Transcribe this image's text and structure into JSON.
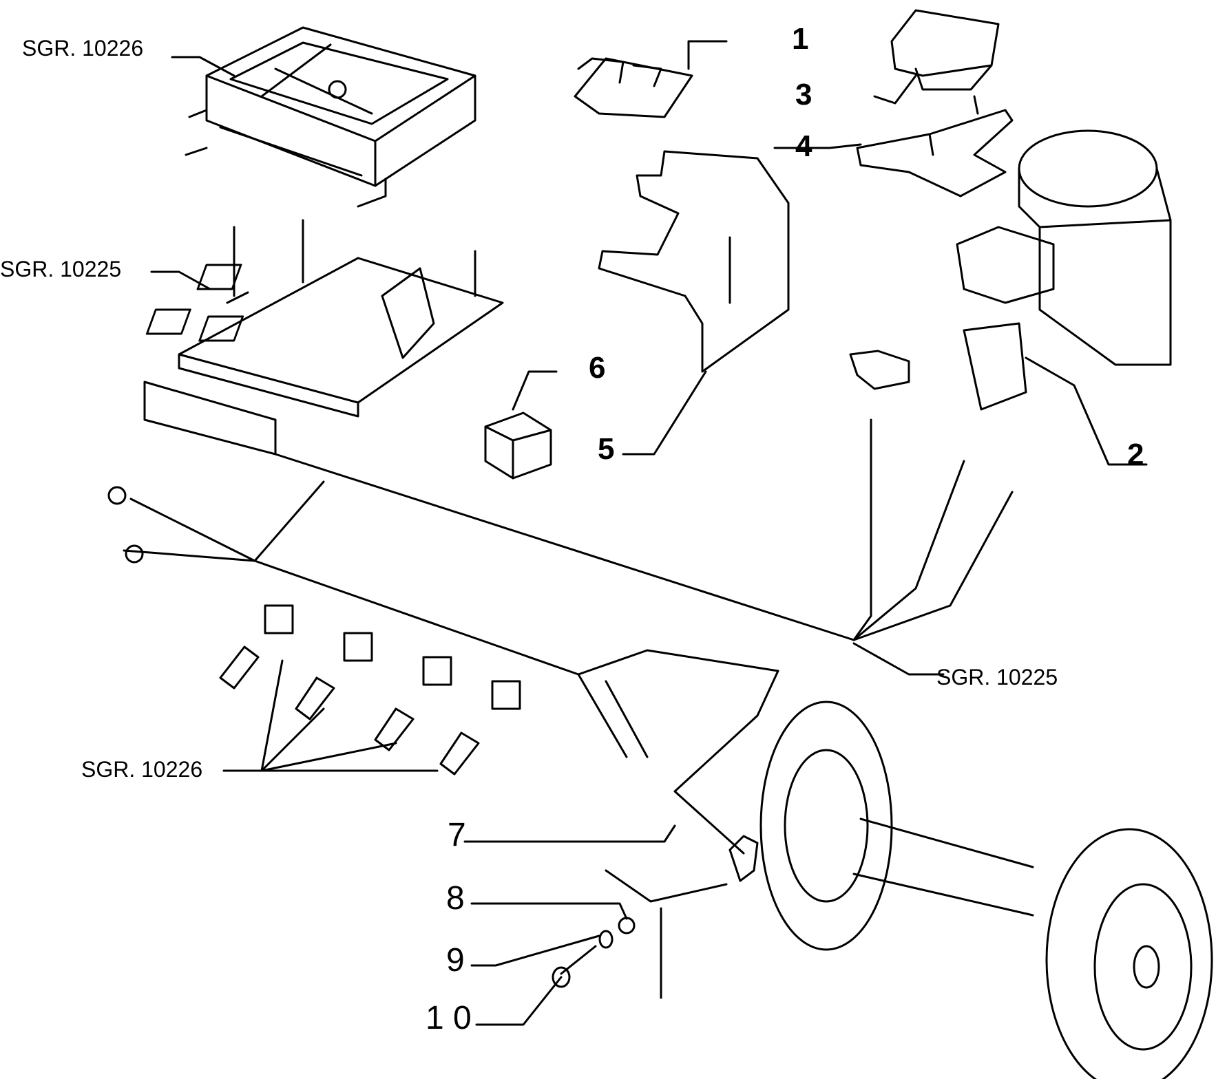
{
  "diagram": {
    "type": "exploded parts diagram",
    "callouts": [
      {
        "id": "1",
        "text": "1"
      },
      {
        "id": "2",
        "text": "2"
      },
      {
        "id": "3",
        "text": "3"
      },
      {
        "id": "4",
        "text": "4"
      },
      {
        "id": "5",
        "text": "5"
      },
      {
        "id": "6",
        "text": "6"
      },
      {
        "id": "7",
        "text": "7"
      },
      {
        "id": "8",
        "text": "8"
      },
      {
        "id": "9",
        "text": "9"
      },
      {
        "id": "10",
        "text": "1 0"
      }
    ],
    "references": [
      {
        "text": "SGR. 10226",
        "part": "ecu"
      },
      {
        "text": "SGR. 10225",
        "part": "ecu-tray"
      },
      {
        "text": "SGR. 10225",
        "part": "wiring-harness"
      },
      {
        "text": "SGR. 10226",
        "part": "injectors"
      }
    ],
    "colors": {
      "line": "#000000",
      "background": "#ffffff"
    }
  }
}
